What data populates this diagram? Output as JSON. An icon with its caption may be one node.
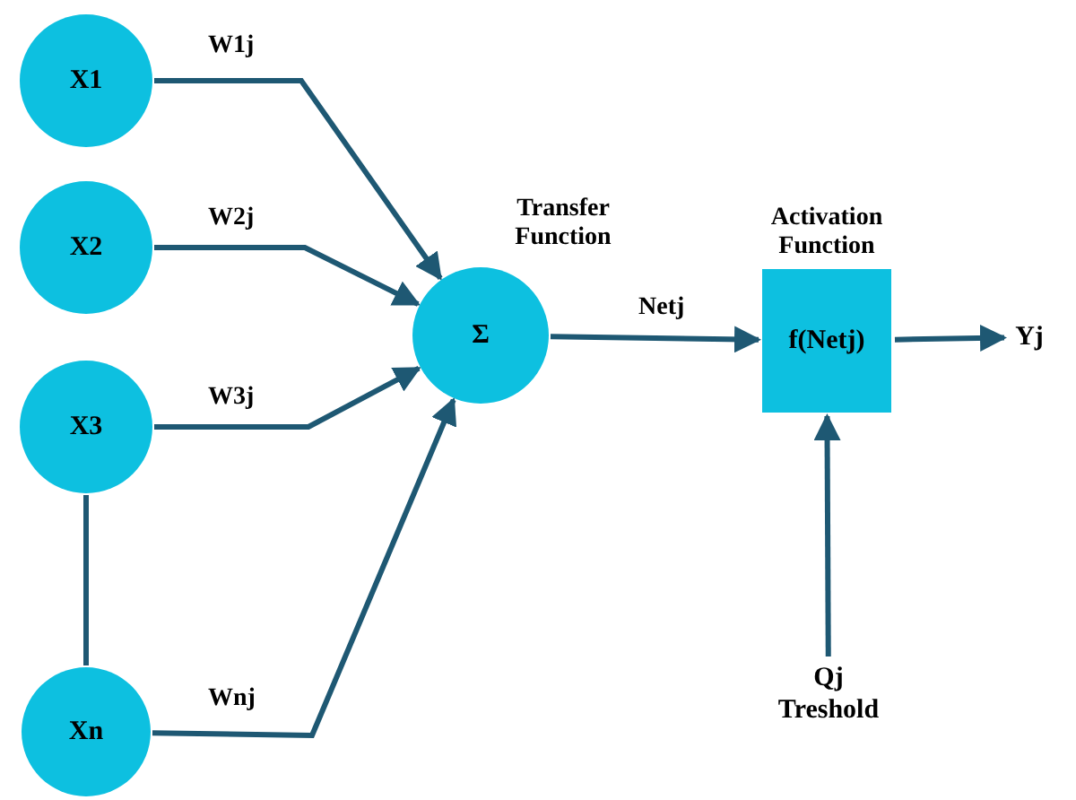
{
  "diagram": {
    "nodes": [
      {
        "text": [
          "X1"
        ]
      },
      {
        "text": [
          "X2"
        ]
      },
      {
        "text": [
          "X3"
        ]
      },
      {
        "text": [
          "Xn"
        ]
      },
      {
        "text": [
          "Transfer Function",
          "Σ"
        ]
      },
      {
        "text": [
          "Activation Function",
          "f(Netj)"
        ]
      },
      {
        "text": [
          "Yj"
        ]
      },
      {
        "text": [
          "Qj",
          "Treshold"
        ]
      }
    ],
    "edges": [
      {
        "from": 0,
        "to": 4,
        "arrow": "to",
        "label": "W1j"
      },
      {
        "from": 1,
        "to": 4,
        "arrow": "to",
        "label": "W2j"
      },
      {
        "from": 2,
        "to": 4,
        "arrow": "to",
        "label": "W3j"
      },
      {
        "from": 3,
        "to": 4,
        "arrow": "to",
        "label": "Wnj"
      },
      {
        "from": 2,
        "to": 3,
        "arrow": "none"
      },
      {
        "from": 4,
        "to": 5,
        "arrow": "to",
        "label": "Netj"
      },
      {
        "from": 5,
        "to": 6,
        "arrow": "to"
      },
      {
        "from": 7,
        "to": 5,
        "arrow": "to"
      }
    ]
  }
}
